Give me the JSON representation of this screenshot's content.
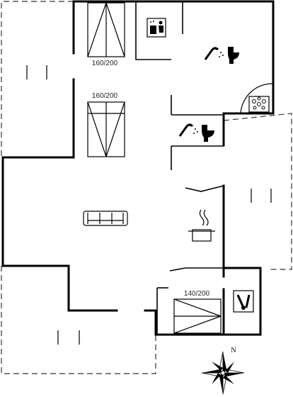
{
  "plan": {
    "north_label": "N",
    "rooms": [
      {
        "id": "bedroom-1",
        "bed_label": "160/200"
      },
      {
        "id": "bedroom-2",
        "bed_label": "160/200"
      },
      {
        "id": "bedroom-3",
        "bed_label": "140/200"
      }
    ],
    "icons": [
      "sauna-icon",
      "shower-icon",
      "toilet-icon",
      "spa-bath-icon",
      "sofa-icon",
      "cooking-pot-icon",
      "washing-machine-icon",
      "compass-rose-icon"
    ],
    "colors": {
      "wall": "#000000",
      "dashed": "#333333",
      "fill": "#ffffff"
    }
  }
}
